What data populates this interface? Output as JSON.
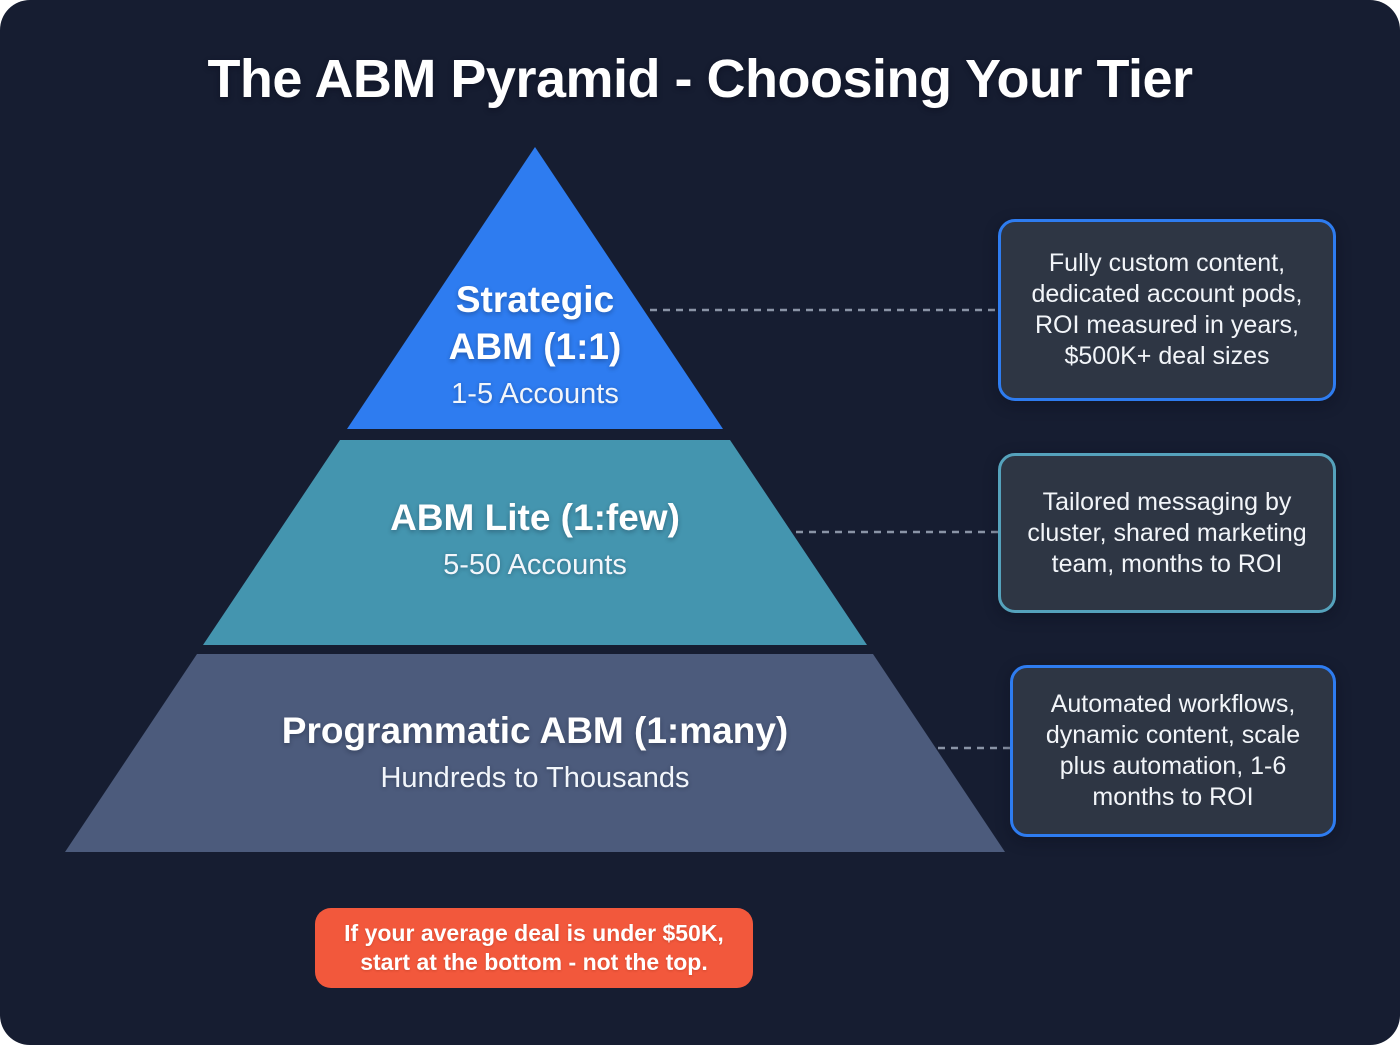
{
  "title": "The ABM Pyramid - Choosing Your Tier",
  "pyramid": {
    "tiers": [
      {
        "heading": "Strategic ABM (1:1)",
        "subtext": "1-5 Accounts",
        "color": "#2e7cf0"
      },
      {
        "heading": "ABM Lite (1:few)",
        "subtext": "5-50 Accounts",
        "color": "#4495af"
      },
      {
        "heading": "Programmatic ABM (1:many)",
        "subtext": "Hundreds to Thousands",
        "color": "#4c5b7c"
      }
    ]
  },
  "callouts": [
    {
      "lines": [
        "Fully custom content,",
        "dedicated account pods,",
        "ROI measured in years,",
        "$500K+ deal sizes"
      ],
      "border_color": "#2e7cf0"
    },
    {
      "lines": [
        "Tailored messaging by",
        "cluster, shared marketing",
        "team, months to ROI"
      ],
      "border_color": "#55a2bc"
    },
    {
      "lines": [
        "Automated workflows,",
        "dynamic content, scale",
        "plus automation, 1-6",
        "months to ROI"
      ],
      "border_color": "#2e7cf0"
    }
  ],
  "footer_note": {
    "lines": [
      "If your average deal is under $50K,",
      "start at the bottom - not the top."
    ],
    "background": "#f2583c"
  },
  "colors": {
    "canvas_background": "#161d31",
    "page_corner_background": "#ffffff",
    "callout_fill": "#2e3644",
    "connector": "#8a94a6",
    "text_primary": "#ffffff"
  }
}
